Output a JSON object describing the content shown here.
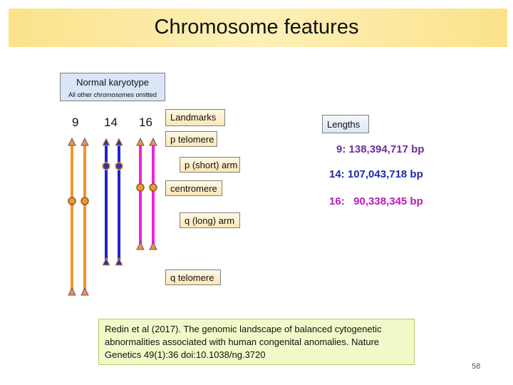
{
  "title": "Chromosome features",
  "karyotype": {
    "title": "Normal karyotype",
    "subtitle": "All other chromosomes omitted"
  },
  "chromosome_labels": [
    "9",
    "14",
    "16"
  ],
  "landmarks": {
    "header": "Landmarks",
    "p_telomere": "p telomere",
    "p_arm": "p (short) arm",
    "centromere": "centromere",
    "q_arm": "q (long) arm",
    "q_telomere": "q telomere"
  },
  "lengths": {
    "header": "Lengths",
    "chr9": "9: 138,394,717 bp",
    "chr14": "14: 107,043,718 bp",
    "chr16": "16:   90,338,345 bp"
  },
  "reference": "Redin et al (2017). The genomic landscape of balanced cytogenetic abnormalities associated with human congenital anomalies. Nature Genetics 49(1):36 doi:10.1038/ng.3720",
  "page_number": "58",
  "colors": {
    "chr9": "#f0962f",
    "chr14": "#2222cc",
    "chr16": "#ee22dd",
    "marker_fill": "#f0962f",
    "marker_stroke": "#6b4aa0",
    "chr14_marker": "#2a3aa8"
  }
}
